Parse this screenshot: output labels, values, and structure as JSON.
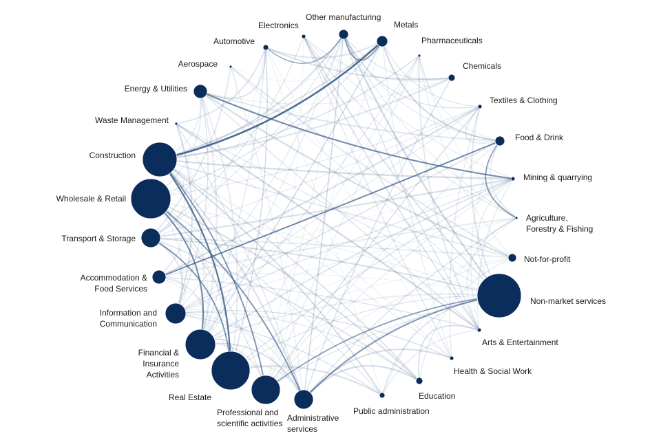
{
  "title": "",
  "colors": {
    "node": "#0a2d5c",
    "edge": "#2a5080",
    "edge_faint": "#b8c8dc"
  },
  "nodes": [
    {
      "id": "other-manufacturing",
      "label": [
        "Other manufacturing"
      ],
      "relative_size": 7
    },
    {
      "id": "metals",
      "label": [
        "Metals"
      ],
      "relative_size": 8
    },
    {
      "id": "pharmaceuticals",
      "label": [
        "Pharmaceuticals"
      ],
      "relative_size": 2
    },
    {
      "id": "chemicals",
      "label": [
        "Chemicals"
      ],
      "relative_size": 5
    },
    {
      "id": "textiles",
      "label": [
        "Textiles & Clothing"
      ],
      "relative_size": 3
    },
    {
      "id": "food-drink",
      "label": [
        "Food & Drink"
      ],
      "relative_size": 7
    },
    {
      "id": "mining",
      "label": [
        "Mining & quarrying"
      ],
      "relative_size": 3
    },
    {
      "id": "agriculture",
      "label": [
        "Agriculture,",
        "Forestry & Fishing"
      ],
      "relative_size": 2
    },
    {
      "id": "not-for-profit",
      "label": [
        "Not-for-profit"
      ],
      "relative_size": 6
    },
    {
      "id": "non-market",
      "label": [
        "Non-market services"
      ],
      "relative_size": 32
    },
    {
      "id": "arts",
      "label": [
        "Arts & Entertainment"
      ],
      "relative_size": 3
    },
    {
      "id": "health",
      "label": [
        "Health & Social Work"
      ],
      "relative_size": 3
    },
    {
      "id": "education",
      "label": [
        "Education"
      ],
      "relative_size": 5
    },
    {
      "id": "public-admin",
      "label": [
        "Public administration"
      ],
      "relative_size": 4
    },
    {
      "id": "administrative",
      "label": [
        "Administrative",
        "services"
      ],
      "relative_size": 14
    },
    {
      "id": "professional",
      "label": [
        "Professional and",
        "scientific activities"
      ],
      "relative_size": 21
    },
    {
      "id": "real-estate",
      "label": [
        "Real Estate"
      ],
      "relative_size": 28
    },
    {
      "id": "financial",
      "label": [
        "Financial &",
        "Insurance",
        "Activities"
      ],
      "relative_size": 22
    },
    {
      "id": "information",
      "label": [
        "Information and",
        "Communication"
      ],
      "relative_size": 15
    },
    {
      "id": "accommodation",
      "label": [
        "Accommodation &",
        "Food Services"
      ],
      "relative_size": 10
    },
    {
      "id": "transport",
      "label": [
        "Transport & Storage"
      ],
      "relative_size": 14
    },
    {
      "id": "wholesale",
      "label": [
        "Wholesale & Retail"
      ],
      "relative_size": 29
    },
    {
      "id": "construction",
      "label": [
        "Construction"
      ],
      "relative_size": 25
    },
    {
      "id": "waste",
      "label": [
        "Waste Management"
      ],
      "relative_size": 2
    },
    {
      "id": "energy",
      "label": [
        "Energy & Utilities"
      ],
      "relative_size": 10
    },
    {
      "id": "aerospace",
      "label": [
        "Aerospace"
      ],
      "relative_size": 2
    },
    {
      "id": "automotive",
      "label": [
        "Automotive"
      ],
      "relative_size": 4
    },
    {
      "id": "electronics",
      "label": [
        "Electronics"
      ],
      "relative_size": 3
    }
  ],
  "highlighted_links": [
    {
      "source": "metals",
      "target": "construction",
      "strength": 0.9
    },
    {
      "source": "mining",
      "target": "energy",
      "strength": 0.6
    },
    {
      "source": "accommodation",
      "target": "food-drink",
      "strength": 0.5
    },
    {
      "source": "non-market",
      "target": "administrative",
      "strength": 0.5
    },
    {
      "source": "non-market",
      "target": "professional",
      "strength": 0.4
    },
    {
      "source": "construction",
      "target": "real-estate",
      "strength": 0.7
    },
    {
      "source": "wholesale",
      "target": "financial",
      "strength": 0.6
    },
    {
      "source": "construction",
      "target": "professional",
      "strength": 0.5
    },
    {
      "source": "wholesale",
      "target": "administrative",
      "strength": 0.5
    },
    {
      "source": "transport",
      "target": "real-estate",
      "strength": 0.5
    },
    {
      "source": "food-drink",
      "target": "agriculture",
      "strength": 0.4
    },
    {
      "source": "metals",
      "target": "other-manufacturing",
      "strength": 0.4
    },
    {
      "source": "other-manufacturing",
      "target": "automotive",
      "strength": 0.3
    }
  ]
}
